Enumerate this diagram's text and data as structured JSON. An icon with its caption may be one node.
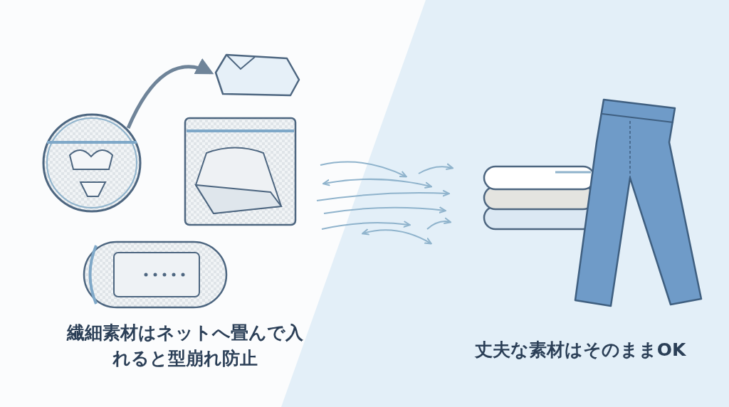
{
  "diagram": {
    "nodes": [
      {
        "text": [],
        "shape": "picture"
      },
      {
        "text": [],
        "shape": "picture"
      }
    ],
    "edges": [
      {
        "from": 0,
        "to": 1,
        "arrow": "to"
      }
    ],
    "labels": [
      "繊細素材はネットへ畳んで入れると型崩れ防止",
      "丈夫な素材はそのままOK"
    ]
  }
}
